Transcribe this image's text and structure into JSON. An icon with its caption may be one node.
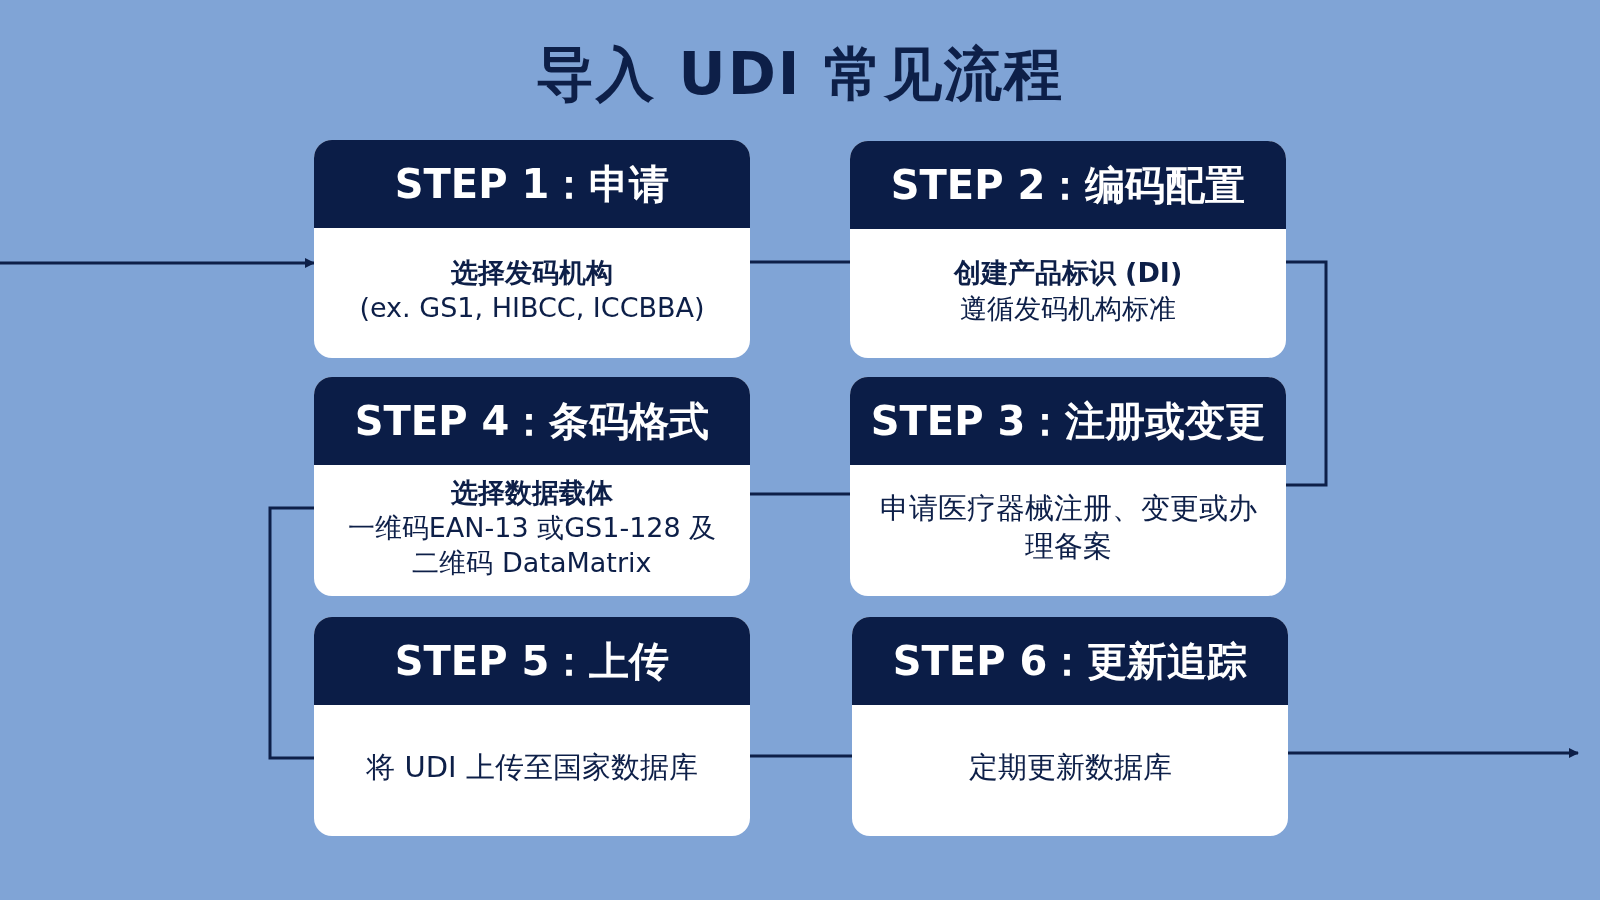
{
  "diagram": {
    "title": "导入 UDI 常见流程",
    "nodes": [
      {
        "text": [
          "STEP 1：申请",
          "选择发码机构",
          "(ex. GS1, HIBCC, ICCBBA)"
        ]
      },
      {
        "text": [
          "STEP 2：编码配置",
          "创建产品标识 (DI)",
          "遵循发码机构标准"
        ]
      },
      {
        "text": [
          "STEP 3：注册或变更",
          "申请医疗器械注册、变更或办理备案"
        ]
      },
      {
        "text": [
          "STEP 4：条码格式",
          "选择数据载体",
          "一维码EAN-13 或GS1-128 及二维码 DataMatrix"
        ]
      },
      {
        "text": [
          "STEP 5：上传",
          "将 UDI 上传至国家数据库"
        ]
      },
      {
        "text": [
          "STEP 6：更新追踪",
          "定期更新数据库"
        ]
      }
    ],
    "edges": [
      {
        "from": null,
        "to": 0,
        "arrow": "to"
      },
      {
        "from": 0,
        "to": 1,
        "arrow": "none"
      },
      {
        "from": 1,
        "to": 2,
        "arrow": "none"
      },
      {
        "from": 2,
        "to": 3,
        "arrow": "none"
      },
      {
        "from": 3,
        "to": 4,
        "arrow": "none"
      },
      {
        "from": 4,
        "to": 5,
        "arrow": "none"
      },
      {
        "from": 5,
        "to": null,
        "arrow": "to"
      }
    ]
  }
}
